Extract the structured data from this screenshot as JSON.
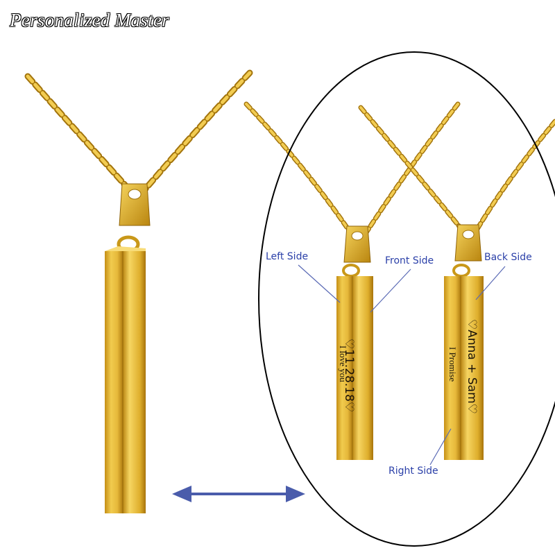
{
  "brand": {
    "logo_text": "Personalized Master"
  },
  "callouts": {
    "left_side": "Left Side",
    "front_side": "Front Side",
    "back_side": "Back Side",
    "right_side": "Right Side"
  },
  "engravings": {
    "pendant_1_front": "♡11.28.18♡",
    "pendant_1_left": "I love you",
    "pendant_2_back": "♡Anna + Sam♡",
    "pendant_2_right": "I Promise"
  },
  "colors": {
    "gold_light": "#f7d764",
    "gold_mid": "#d9a923",
    "gold_dark": "#a3740c",
    "arrow_blue": "#4a5cab",
    "callout_text": "#2a3fa8",
    "oval_outline": "#000000"
  }
}
